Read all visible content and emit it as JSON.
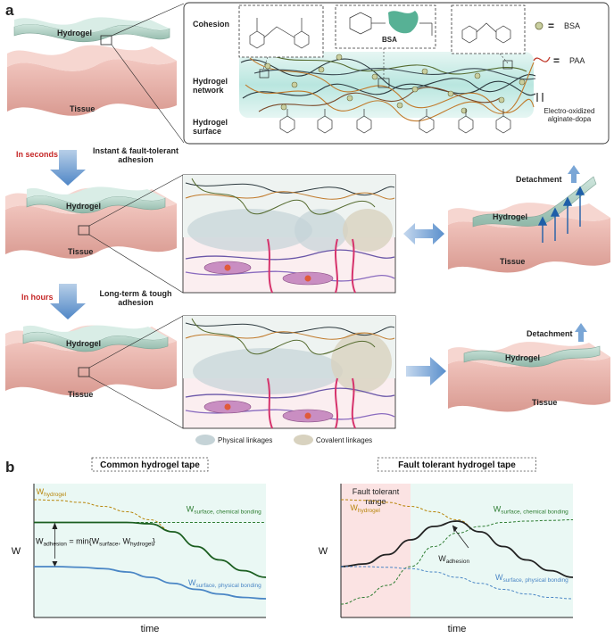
{
  "panels": {
    "a": "a",
    "b": "b"
  },
  "panel_a": {
    "row1_hydrogel": "Hydrogel",
    "row1_tissue": "Tissue",
    "cohesion": "Cohesion",
    "hydrogel_network": "Hydrogel network",
    "hydrogel_surface": "Hydrogel surface",
    "bsa_box": "BSA",
    "legend": {
      "bsa": "BSA",
      "paa": "PAA",
      "dopa": "Electro-oxidized alginate-dopa"
    },
    "in_seconds": "In seconds",
    "instant": "Instant & fault-tolerant adhesion",
    "row2_hydrogel": "Hydrogel",
    "row2_tissue": "Tissue",
    "in_hours": "In hours",
    "longterm": "Long-term & tough adhesion",
    "row3_hydrogel": "Hydrogel",
    "row3_tissue": "Tissue",
    "detach1": "Detachment",
    "detach1_hydrogel": "Hydrogel",
    "detach1_tissue": "Tissue",
    "detach2": "Detachment",
    "detach2_hydrogel": "Hydrogel",
    "detach2_tissue": "Tissue",
    "physical_linkages": "Physical linkages",
    "covalent_linkages": "Covalent linkages"
  },
  "chart_data": [
    {
      "type": "line",
      "title": "Common hydrogel tape",
      "xlabel": "time",
      "ylabel": "W",
      "x": [
        0,
        0.1,
        0.2,
        0.3,
        0.4,
        0.5,
        0.6,
        0.7,
        0.8,
        0.9,
        1.0
      ],
      "series": [
        {
          "name": "W_hydrogel",
          "label_main": "W",
          "label_sub": "hydrogel",
          "color": "#b8860b",
          "style": "dashed",
          "values": [
            0.88,
            0.875,
            0.86,
            0.83,
            0.79,
            0.73,
            0.64,
            0.53,
            0.43,
            0.35,
            0.3
          ]
        },
        {
          "name": "W_surface, chemical bonding",
          "label_main": "W",
          "label_sub": "surface, chemical bonding",
          "color": "#2e7d32",
          "style": "dashed",
          "values": [
            0.71,
            0.71,
            0.71,
            0.71,
            0.71,
            0.71,
            0.71,
            0.71,
            0.71,
            0.71,
            0.71
          ]
        },
        {
          "name": "W_adhesion",
          "label_main": "W",
          "label_sub": "adhesion",
          "color": "#1b5e20",
          "style": "solid",
          "values": [
            0.71,
            0.71,
            0.71,
            0.71,
            0.71,
            0.7,
            0.64,
            0.53,
            0.43,
            0.35,
            0.3
          ]
        },
        {
          "name": "W_surface, physical bonding",
          "label_main": "W",
          "label_sub": "surface, physical bonding",
          "color": "#4a86c5",
          "style": "solid",
          "values": [
            0.38,
            0.38,
            0.375,
            0.365,
            0.34,
            0.3,
            0.255,
            0.21,
            0.175,
            0.15,
            0.14
          ]
        }
      ],
      "annotation": {
        "main": "W",
        "sub": "adhesion",
        "rest": " = min{W",
        "sub2": "surface",
        "comma": ", W",
        "sub3": "hydrogel",
        "end": "}"
      },
      "ylim": [
        0,
        1
      ],
      "xlim": [
        0,
        1
      ]
    },
    {
      "type": "line",
      "title": "Fault tolerant hydrogel tape",
      "xlabel": "time",
      "ylabel": "W",
      "shaded_region": {
        "label": "Fault tolerant range",
        "x": [
          0,
          0.3
        ]
      },
      "x": [
        0,
        0.1,
        0.2,
        0.3,
        0.4,
        0.5,
        0.6,
        0.7,
        0.8,
        0.9,
        1.0
      ],
      "series": [
        {
          "name": "W_hydrogel",
          "label_main": "W",
          "label_sub": "hydrogel",
          "color": "#b8860b",
          "style": "dashed",
          "values": [
            0.88,
            0.875,
            0.86,
            0.83,
            0.79,
            0.73,
            0.64,
            0.53,
            0.43,
            0.35,
            0.3
          ]
        },
        {
          "name": "W_surface, chemical bonding",
          "label_main": "W",
          "label_sub": "surface, chemical bonding",
          "color": "#2e7d32",
          "style": "dashed",
          "values": [
            0.1,
            0.15,
            0.24,
            0.38,
            0.53,
            0.63,
            0.68,
            0.71,
            0.72,
            0.725,
            0.73
          ]
        },
        {
          "name": "W_adhesion",
          "label_main": "W",
          "label_sub": "adhesion",
          "color": "#222222",
          "style": "solid",
          "values": [
            0.38,
            0.4,
            0.47,
            0.58,
            0.68,
            0.72,
            0.64,
            0.53,
            0.43,
            0.35,
            0.3
          ]
        },
        {
          "name": "W_surface, physical bonding",
          "label_main": "W",
          "label_sub": "surface, physical bonding",
          "color": "#4a86c5",
          "style": "dashed",
          "values": [
            0.38,
            0.38,
            0.375,
            0.365,
            0.34,
            0.3,
            0.255,
            0.21,
            0.175,
            0.15,
            0.14
          ]
        }
      ],
      "ylim": [
        0,
        1
      ],
      "xlim": [
        0,
        1
      ]
    }
  ]
}
